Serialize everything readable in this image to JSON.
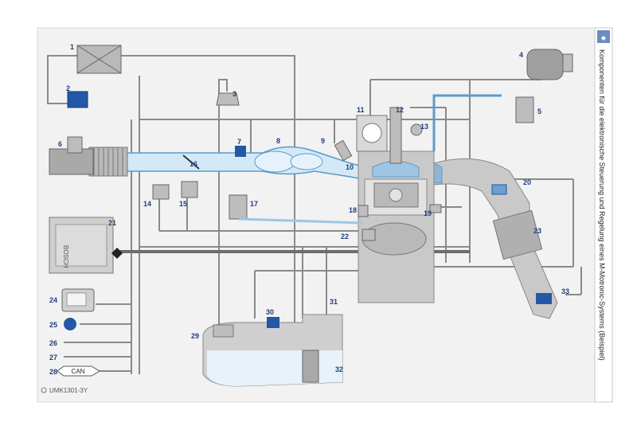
{
  "side_caption": "Komponenten für die elektronische Steuerung und Regelung eines M-Motronic-Systems (Beispiel)",
  "page_badge": "◆",
  "reference_code": "UMK1301-3Y",
  "bosch_label": "BOSCH",
  "can_label": "CAN",
  "labels": {
    "n1": "1",
    "n2": "2",
    "n3": "3",
    "n4": "4",
    "n5": "5",
    "n6": "6",
    "n7": "7",
    "n8": "8",
    "n9": "9",
    "n10": "10",
    "n11": "11",
    "n12": "12",
    "n13": "13",
    "n14": "14",
    "n15": "15",
    "n16": "16",
    "n17": "17",
    "n18": "18",
    "n19": "19",
    "n20": "20",
    "n21": "21",
    "n22": "22",
    "n23": "23",
    "n24": "24",
    "n25": "25",
    "n26": "26",
    "n27": "27",
    "n28": "28",
    "n29": "29",
    "n30": "30",
    "n31": "31",
    "n32": "32",
    "n33": "33"
  },
  "colors": {
    "intake_fill": "#d4e9f7",
    "line_blue": "#5a9bc9",
    "component_blue": "#2457a6",
    "engine_grey": "#c9c9c9",
    "wire_grey": "#8a8a8a",
    "label_navy": "#1f3f7a",
    "panel_grey": "#e8e8e8"
  }
}
